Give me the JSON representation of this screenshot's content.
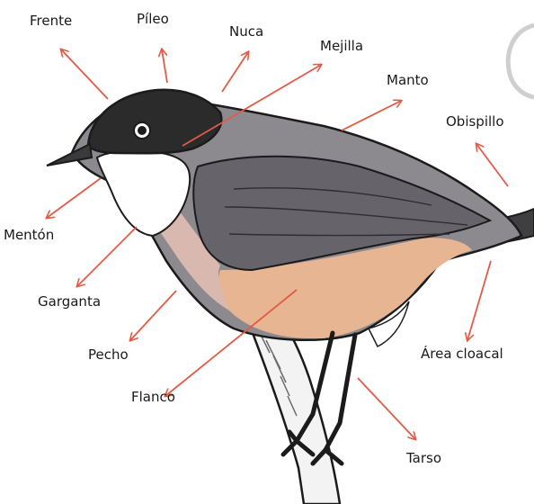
{
  "labels": {
    "frente": "Frente",
    "pileo": "Píleo",
    "nuca": "Nuca",
    "mejilla": "Mejilla",
    "manto": "Manto",
    "obispillo": "Obispillo",
    "menton": "Mentón",
    "garganta": "Garganta",
    "pecho": "Pecho",
    "area_cloacal": "Área cloacal",
    "flanco": "Flanco",
    "tarso": "Tarso"
  },
  "colors": {
    "arrow": "#e25b46",
    "head_cap": "#2b2b2b",
    "throat": "#ffffff",
    "mantle": "#8c8a8e",
    "belly": "#e8b592",
    "flank": "#d9b8b0",
    "branch": "#f3f3f3",
    "outline": "#1b1b1b"
  }
}
